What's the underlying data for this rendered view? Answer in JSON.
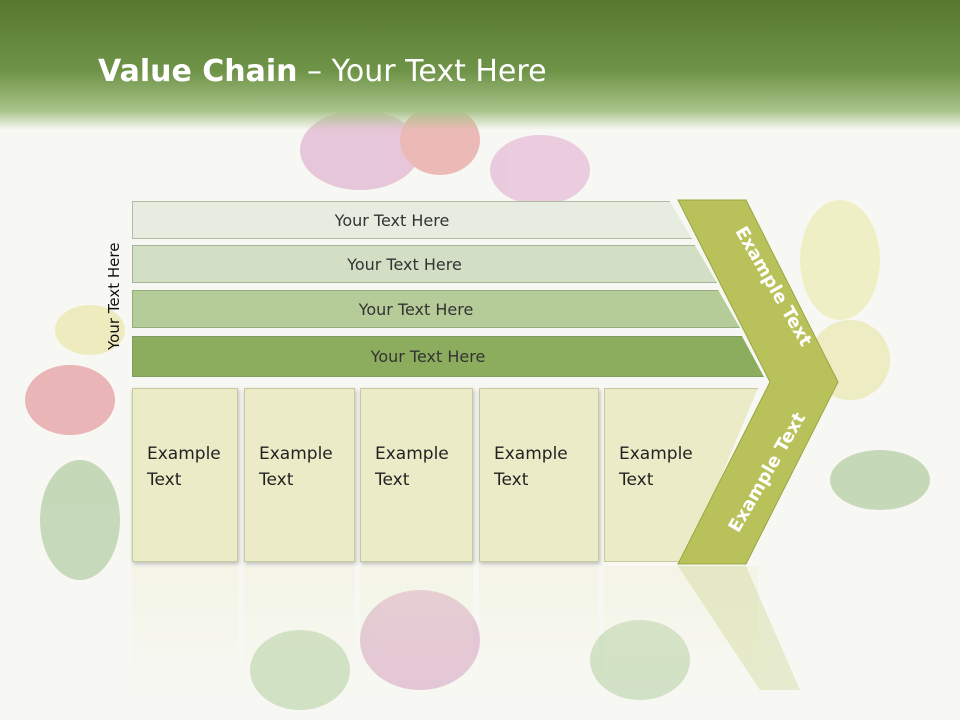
{
  "title": {
    "bold": "Value Chain",
    "rest": " – Your Text Here"
  },
  "vertical_label": "Your Text Here",
  "bars": [
    {
      "label": "Your Text Here"
    },
    {
      "label": "Your Text Here"
    },
    {
      "label": "Your Text Here"
    },
    {
      "label": "Your Text Here"
    }
  ],
  "boxes": [
    {
      "line1": "Example",
      "line2": "Text"
    },
    {
      "line1": "Example",
      "line2": "Text"
    },
    {
      "line1": "Example",
      "line2": "Text"
    },
    {
      "line1": "Example",
      "line2": "Text"
    },
    {
      "line1": "Example",
      "line2": "Text"
    }
  ],
  "arrow": {
    "upper_label": "Example Text",
    "lower_label": "Example Text",
    "color": "#b9c25a"
  },
  "colors": {
    "header": "#56782f",
    "bar_shades": [
      "#e6ecdf",
      "#d2dfc4",
      "#b6cc98",
      "#8bad5d"
    ],
    "box": "#ebecc7"
  }
}
